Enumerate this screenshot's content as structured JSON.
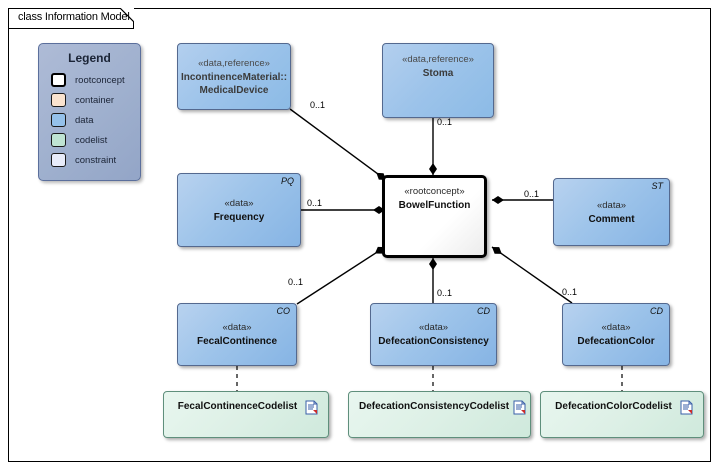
{
  "diagram": {
    "title": "class Information Model",
    "frame_border_color": "#000000",
    "background": "#ffffff"
  },
  "legend": {
    "title": "Legend",
    "items": [
      {
        "label": "rootconcept",
        "color": "#ffffff",
        "swatch": "rootconcept-swatch"
      },
      {
        "label": "container",
        "color": "#fae3cf",
        "swatch": "container-swatch"
      },
      {
        "label": "data",
        "color": "#95c1ea",
        "swatch": "data-swatch"
      },
      {
        "label": "codelist",
        "color": "#bfe4d3",
        "swatch": "codelist-swatch"
      },
      {
        "label": "constraint",
        "color": "#e8ecfa",
        "swatch": "constraint-swatch"
      }
    ]
  },
  "nodes": {
    "medical_device": {
      "stereotype": "«data,reference»",
      "name_line1": "IncontinenceMaterial::",
      "name_line2": "MedicalDevice",
      "kind": "data-reference"
    },
    "stoma": {
      "stereotype": "«data,reference»",
      "name": "Stoma",
      "kind": "data-reference"
    },
    "bowel_function": {
      "stereotype": "«rootconcept»",
      "name": "BowelFunction",
      "kind": "rootconcept"
    },
    "frequency": {
      "stereotype": "«data»",
      "name": "Frequency",
      "datatype": "PQ",
      "kind": "data"
    },
    "comment": {
      "stereotype": "«data»",
      "name": "Comment",
      "datatype": "ST",
      "kind": "data"
    },
    "fecal_continence": {
      "stereotype": "«data»",
      "name": "FecalContinence",
      "datatype": "CO",
      "kind": "data"
    },
    "defecation_consistency": {
      "stereotype": "«data»",
      "name": "DefecationConsistency",
      "datatype": "CD",
      "kind": "data"
    },
    "defecation_color": {
      "stereotype": "«data»",
      "name": "DefecationColor",
      "datatype": "CD",
      "kind": "data"
    },
    "fecal_continence_codelist": {
      "name": "FecalContinenceCodelist",
      "kind": "codelist",
      "icon": "document-icon"
    },
    "defecation_consistency_codelist": {
      "name": "DefecationConsistencyCodelist",
      "kind": "codelist",
      "icon": "document-icon"
    },
    "defecation_color_codelist": {
      "name": "DefecationColorCodelist",
      "kind": "codelist",
      "icon": "document-icon"
    }
  },
  "multiplicities": {
    "medical_device": "0..1",
    "stoma": "0..1",
    "frequency": "0..1",
    "comment": "0..1",
    "fecal_continence": "0..1",
    "defecation_consistency": "0..1",
    "defecation_color": "0..1"
  }
}
